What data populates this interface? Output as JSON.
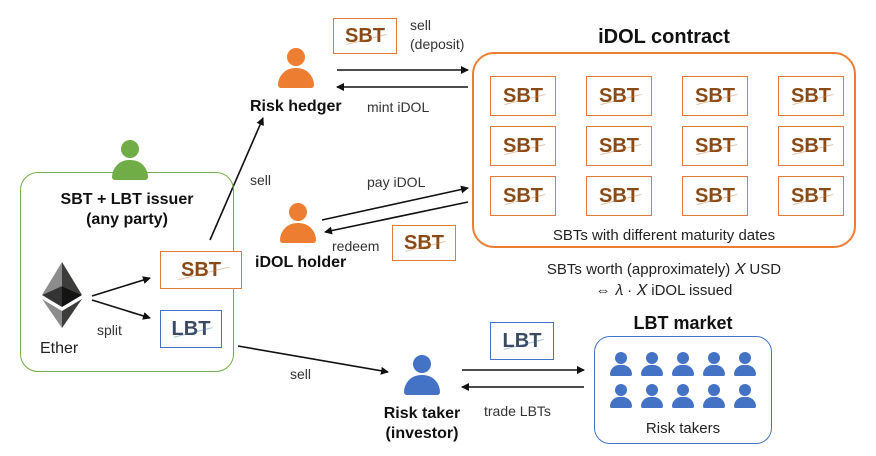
{
  "issuer": {
    "label_line1": "SBT + LBT issuer",
    "label_line2": "(any party)",
    "ether_label": "Ether",
    "split_label": "split"
  },
  "tokens": {
    "sbt": "SBT",
    "lbt": "LBT"
  },
  "risk_hedger": {
    "name": "Risk hedger",
    "sell_label": "sell",
    "sell_deposit_line1": "sell",
    "sell_deposit_line2": "(deposit)",
    "mint_label": "mint iDOL"
  },
  "idol_holder": {
    "name": "iDOL holder",
    "pay_label": "pay iDOL",
    "redeem_label": "redeem"
  },
  "contract": {
    "title": "iDOL contract",
    "caption": "SBTs with different maturity dates",
    "worth_line": "SBTs worth (approximately) 𝑋 USD",
    "issued_line": "⇔ 𝜆 · 𝑋 iDOL issued"
  },
  "risk_taker": {
    "name_line1": "Risk taker",
    "name_line2": "(investor)",
    "sell_label": "sell",
    "trade_label": "trade LBTs"
  },
  "lbt_market": {
    "title": "LBT market",
    "caption": "Risk takers"
  },
  "colors": {
    "orange": "#ed7d31",
    "green": "#70ad47",
    "blue": "#4472c4"
  }
}
